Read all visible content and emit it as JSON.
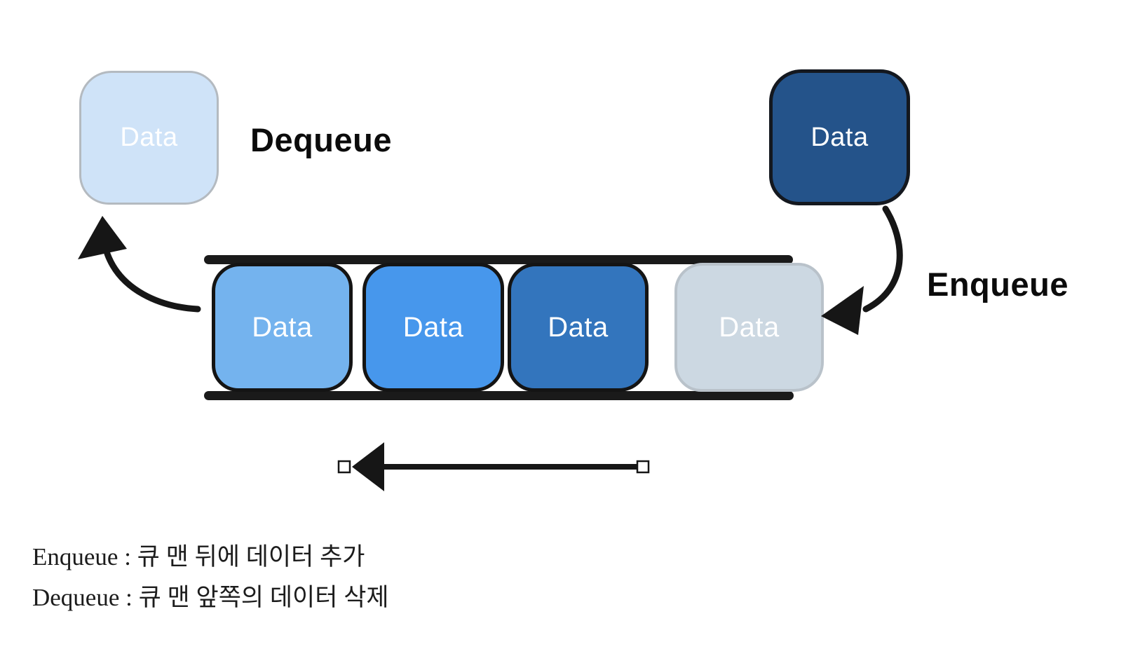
{
  "diagram": {
    "dequeued_box": {
      "label": "Data"
    },
    "dequeue_label": "Dequeue",
    "incoming_box": {
      "label": "Data"
    },
    "enqueue_label": "Enqueue",
    "queue_items": [
      {
        "label": "Data"
      },
      {
        "label": "Data"
      },
      {
        "label": "Data"
      },
      {
        "label": "Data"
      }
    ]
  },
  "caption": {
    "line1": "Enqueue : 큐 맨 뒤에 데이터 추가",
    "line2": "Dequeue : 큐 맨 앞쪽의 데이터 삭제"
  },
  "colors": {
    "dequeued_box_fill": "#cfe3f8",
    "dequeued_box_border": "#b4bac0",
    "incoming_box_fill": "#24538a",
    "incoming_box_border": "#14181f",
    "queue_item_fills": [
      "#74b3ee",
      "#4797ec",
      "#3375bd",
      "#ccd8e2"
    ],
    "queue_item_borders": [
      "#141414",
      "#141414",
      "#141414",
      "#b9c2ca"
    ],
    "rail": "#1a1a1a",
    "arrow": "#161616",
    "handle_fill": "#ffffff",
    "label_text": "#0b0b0b",
    "box_text": "#ffffff",
    "caption_text": "#1c1c1c"
  }
}
